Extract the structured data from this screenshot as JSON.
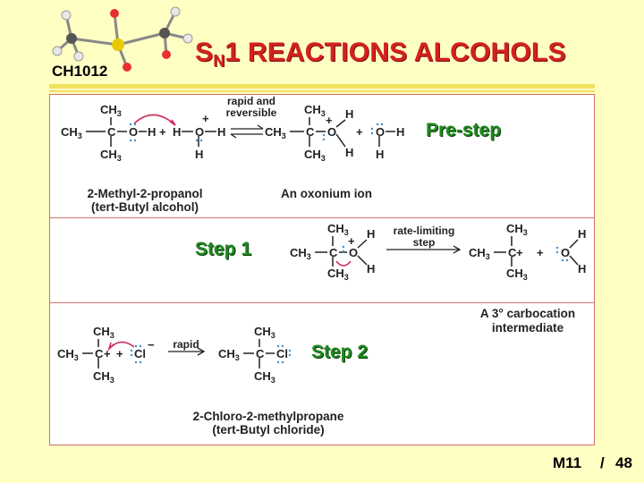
{
  "slide": {
    "title_main_a": "S",
    "title_sub": "N",
    "title_main_b": "1 REACTIONS ALCOHOLS",
    "course": "CH1012",
    "module": "M11",
    "page_sep": "/",
    "page_number": "48"
  },
  "steps": {
    "pre": "Pre-step",
    "one": "Step 1",
    "two": "Step 2"
  },
  "arrows": {
    "pre_label_1": "rapid and",
    "pre_label_2": "reversible",
    "step1_label_1": "rate-limiting",
    "step1_label_2": "step",
    "step2_label": "rapid"
  },
  "captions": {
    "alcohol_1": "2-Methyl-2-propanol",
    "alcohol_2": "(tert-Butyl alcohol)",
    "oxonium": "An oxonium ion",
    "carbocation_1": "A 3° carbocation",
    "carbocation_2": "intermediate",
    "chloride_1": "2-Chloro-2-methylpropane",
    "chloride_2": "(tert-Butyl chloride)"
  },
  "chem": {
    "ch3": "CH",
    "three": "3",
    "c": "C",
    "o": "O",
    "h": "H",
    "cl": "Cl",
    "plus": "+",
    "minus": "−",
    "bond": "—",
    "dots": "··"
  },
  "colors": {
    "title": "#d42020",
    "step_label": "#1e8a1e",
    "background": "#ffffc4",
    "rule": "#f0e060",
    "panel_border": "#d07070",
    "arrow_curve": "#d0305a",
    "lone_pair": "#3a8fd0"
  }
}
